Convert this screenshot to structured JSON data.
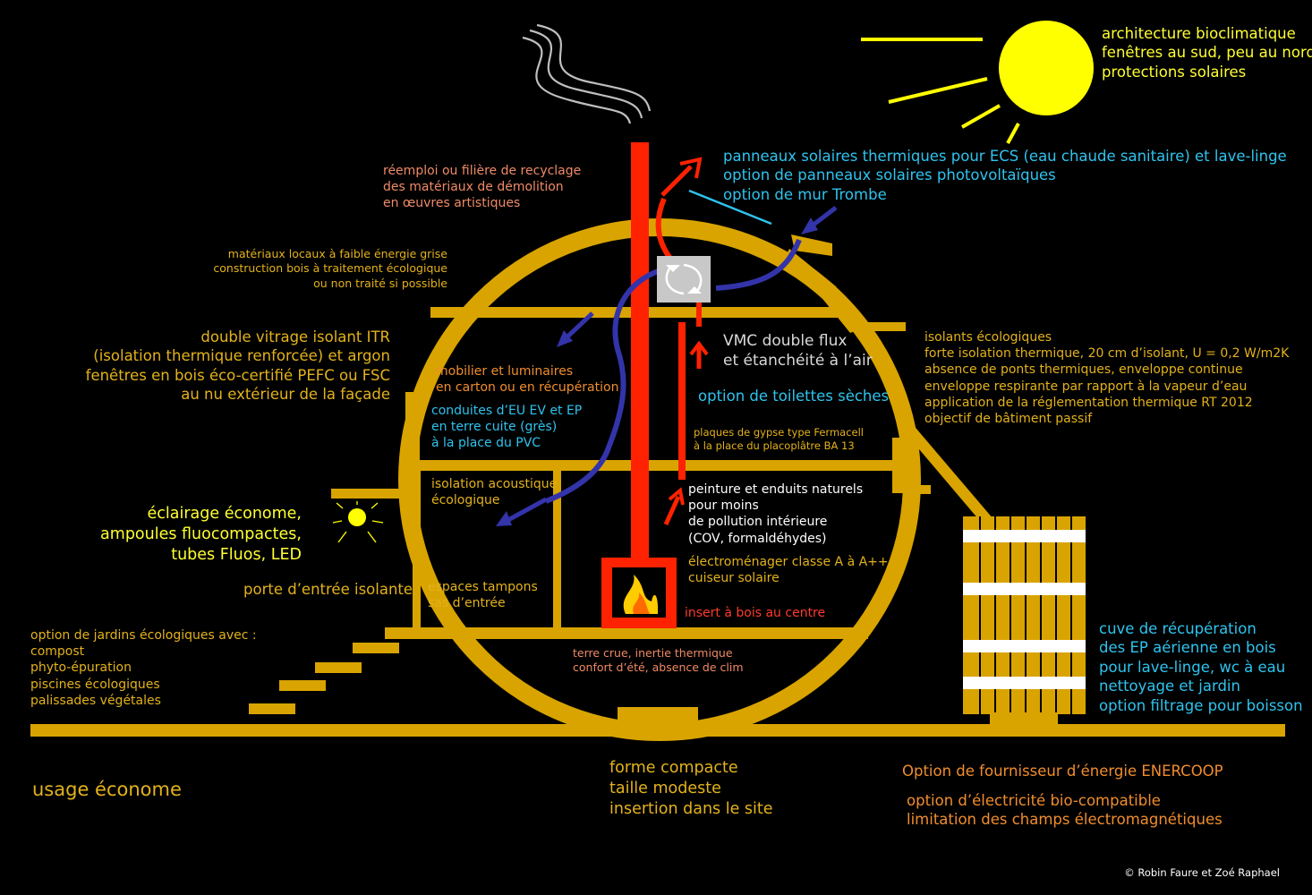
{
  "colors": {
    "background": "#000000",
    "structure": "#d9a400",
    "chimney": "#ff2200",
    "ventilation": "#3333aa",
    "sun": "#ffff00",
    "orange_text": "#f08d2e",
    "gold_text": "#e3b21c",
    "cyan_text": "#2fc3ee",
    "yellow_text": "#ffff33",
    "white_text": "#ffffff",
    "grey_text": "#d9d9d9",
    "salmon_text": "#ef8a66",
    "red_text": "#ff3b2a",
    "vmc_box": "#c8c8c8",
    "tank_band": "#ffffff"
  },
  "labels": {
    "bioclim": [
      "architecture bioclimatique",
      "fenêtres au sud, peu au nord",
      "protections solaires"
    ],
    "solar": [
      "panneaux solaires thermiques pour ECS (eau chaude sanitaire) et lave-linge",
      "option de panneaux solaires photovoltaïques",
      "option de mur Trombe"
    ],
    "reuse": [
      "réemploi ou filière de recyclage",
      "des matériaux de démolition",
      "en œuvres artistiques"
    ],
    "materials": [
      "matériaux locaux à faible énergie grise",
      "construction bois à traitement écologique",
      "ou non traité si possible"
    ],
    "glazing": [
      "double vitrage isolant ITR",
      "(isolation thermique renforcée) et argon",
      "fenêtres en bois éco-certifié PEFC ou FSC",
      "au nu extérieur de la façade"
    ],
    "furniture": [
      "mobilier et luminaires",
      "en carton ou en récupération"
    ],
    "vmc": [
      "VMC double flux",
      "et étanchéité à l’air"
    ],
    "toilets": [
      "option de toilettes sèches"
    ],
    "pipes": [
      "conduites d’EU EV et EP",
      "en terre cuite (grès)",
      "à la place du PVC"
    ],
    "gypsum": [
      "plaques de gypse type Fermacell",
      "à la place du placoplâtre BA 13"
    ],
    "acoustic": [
      "isolation acoustique",
      "écologique"
    ],
    "paint": [
      "peinture et enduits naturels",
      "pour moins",
      "de pollution intérieure",
      "(COV, formaldéhydes)"
    ],
    "appliances": [
      "électroménager classe A à A++",
      "cuiseur solaire"
    ],
    "stove": "insert à bois au centre",
    "buffer": [
      "espaces tampons",
      "sas d’entrée"
    ],
    "door": "porte d’entrée isolante",
    "lighting": [
      "éclairage économe,",
      "ampoules fluocompactes,",
      "tubes Fluos, LED"
    ],
    "garden": [
      "option de jardins écologiques avec :",
      "compost",
      "phyto-épuration",
      "piscines écologiques",
      "palissades végétales"
    ],
    "earth": [
      "terre crue, inertie thermique",
      "confort d’été, absence de clim"
    ],
    "insulation": [
      "isolants écologiques",
      "forte isolation thermique, 20 cm d’isolant, U = 0,2 W/m2K",
      "absence de ponts thermiques, enveloppe continue",
      "enveloppe respirante par rapport à la vapeur d’eau",
      "application de la réglementation thermique RT 2012",
      "objectif de bâtiment passif"
    ],
    "tank": [
      "cuve de récupération",
      "des EP aérienne en bois",
      "pour lave-linge, wc à eau",
      "nettoyage et jardin",
      "option filtrage pour boisson"
    ],
    "usage": "usage économe",
    "form": [
      "forme compacte",
      "taille modeste",
      "insertion dans le site"
    ],
    "energy_supplier": "Option de fournisseur d’énergie ENERCOOP",
    "electricity": [
      "option d’électricité bio-compatible",
      "limitation des champs électromagnétiques"
    ],
    "credit": "© Robin Faure et Zoé Raphael"
  }
}
